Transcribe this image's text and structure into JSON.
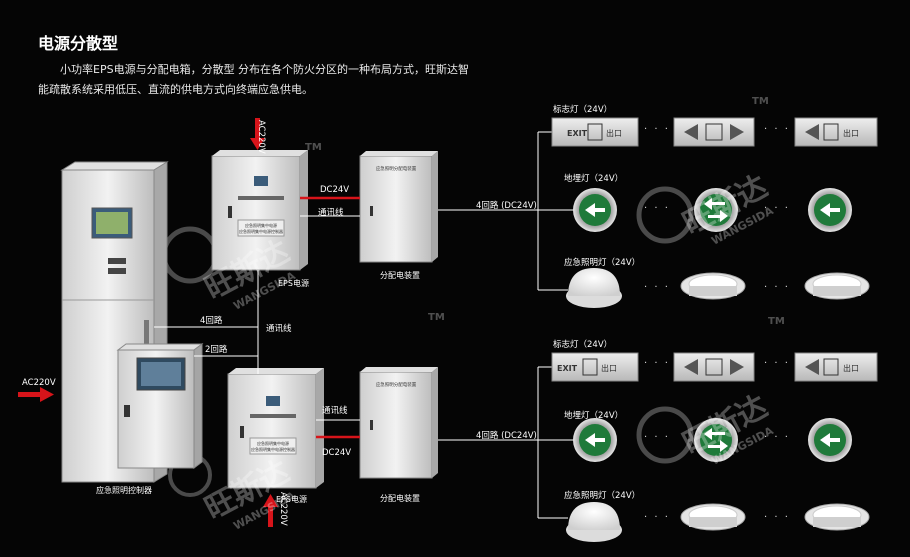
{
  "title": "电源分散型",
  "description": "小功率EPS电源与分配电箱，分散型 分布在各个防火分区的一种布局方式，旺斯达智能疏散系统采用低压、直流的供电方式向终端应急供电。",
  "labels": {
    "ac_top": "AC220V",
    "ac_bottom": "AC220V",
    "ac_left": "AC220V",
    "dc_top": "DC24V",
    "dc_bottom": "DC24V",
    "comm_top": "通讯线",
    "comm_bottom": "通讯线",
    "comm_mid": "通讯线",
    "loops4": "4回路",
    "loops2": "2回路",
    "eps_top": "EPS电源",
    "eps_bottom": "EPS电源",
    "dist_top": "分配电装置",
    "dist_bottom": "分配电装置",
    "controller": "应急照明控制器",
    "dist_out_top": "4回路 (DC24V)",
    "dist_out_bottom": "4回路 (DC24V)",
    "sign_top": "标志灯（24V）",
    "floor_top": "地埋灯（24V）",
    "emerg_top": "应急照明灯（24V）",
    "sign_bottom": "标志灯（24V）",
    "floor_bottom": "地埋灯（24V）",
    "emerg_bottom": "应急照明灯（24V）",
    "dots": "· · ·",
    "exit": "EXIT",
    "exit_cn": "出口",
    "box_text": "应急照明分配电装置",
    "eps_panel_text1": "应急照明集中电源",
    "eps_panel_text2": "应急照明集中电源控制器"
  },
  "watermark": {
    "cn": "旺斯达",
    "en": "WANGSIDA",
    "tm": "TM"
  },
  "colors": {
    "background": "#050505",
    "arrow": "#d7141a",
    "line": "#ffffff",
    "green": "#1f7a3a"
  }
}
